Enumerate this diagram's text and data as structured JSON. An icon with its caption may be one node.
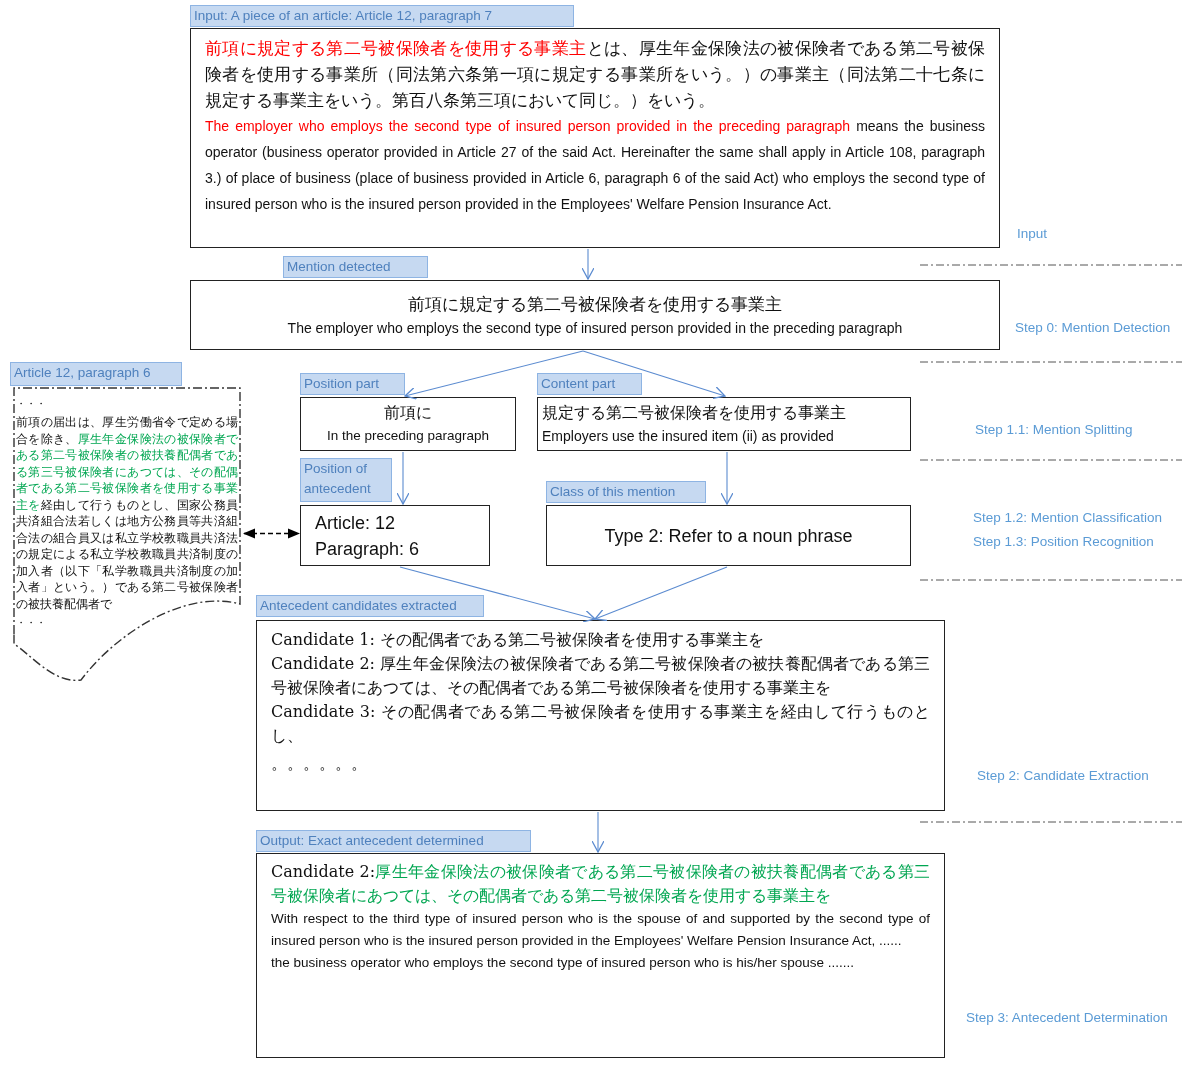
{
  "diagram": {
    "nodes": [
      {
        "text": [
          "Input: A piece of an article: Article 12, paragraph 7",
          "前項に規定する第二号被保険者を使用する事業主",
          "とは、厚生年金保険法の被保険者である第二号被保険者を使用する事業所（同法第六条第一項に規定する事業所をいう。）の事業主（同法第二十七条に規定する事業主をいう。第百八条第三項において同じ。）をいう。",
          "The employer who employs the second type of insured person provided in the preceding paragraph",
          "means the business operator (business operator provided in Article 27 of the said Act. Hereinafter the same shall apply in Article 108, paragraph 3.) of place of business (place of business provided in Article 6, paragraph 6 of the said Act) who employs the second type of insured person who is the insured person provided in the Employees' Welfare Pension Insurance Act."
        ]
      },
      {
        "text": [
          "Mention detected",
          "前項に規定する第二号被保険者を使用する事業主",
          "The employer who employs the second type of insured person provided in the preceding paragraph"
        ]
      },
      {
        "text": [
          "Article 12, paragraph 6",
          "・・・",
          "前項の届出は、厚生労働省令で定める場合を除き、",
          "厚生年金保険法の被保険者である第二号被保険者の被扶養配偶者である第三号被保険者にあつては、その配偶者である第二号被保険者を使用する事業主を",
          "経由して行うものとし、国家公務員共済組合法若しくは地方公務員等共済組合法の組合員又は私立学校教職員共済法の規定による私立学校教職員共済制度の加入者（以下「私学教職員共済制度の加入者」という。）である第二号被保険者の被扶養配偶者で",
          "・・・"
        ]
      },
      {
        "text": [
          "Position part",
          "前項に",
          "In the preceding paragraph"
        ]
      },
      {
        "text": [
          "Content part",
          "規定する第二号被保険者を使用する事業主",
          "Employers use the insured item (ii) as provided"
        ]
      },
      {
        "text": [
          "Position of antecedent",
          "Article: 12",
          "Paragraph: 6"
        ]
      },
      {
        "text": [
          "Class of this mention",
          "Type 2: Refer to a noun phrase"
        ]
      },
      {
        "text": [
          "Antecedent candidates extracted",
          "Candidate 1: その配偶者である第二号被保険者を使用する事業主を",
          "Candidate 2: 厚生年金保険法の被保険者である第二号被保険者の被扶養配偶者である第三号被保険者にあつては、その配偶者である第二号被保険者を使用する事業主を",
          "Candidate 3: その配偶者である第二号被保険者を使用する事業主を経由して行うものとし、",
          "。。。。。。"
        ]
      },
      {
        "text": [
          "Output: Exact antecedent determined",
          "Candidate 2:",
          "厚生年金保険法の被保険者である第二号被保険者の被扶養配偶者である第三号被保険者にあつては、その配偶者である第二号被保険者を使用する事業主を",
          "With respect to the third type of insured person who is the spouse of and supported by the second type of insured person who is the insured person provided in the Employees' Welfare Pension Insurance Act,  ......",
          "the business operator who employs the second type of insured person who is his/her spouse ......."
        ]
      }
    ],
    "edges": [
      {
        "from": 0,
        "to": 1,
        "arrow": "to"
      },
      {
        "from": 1,
        "to": 3,
        "arrow": "to"
      },
      {
        "from": 1,
        "to": 4,
        "arrow": "to"
      },
      {
        "from": 3,
        "to": 5,
        "arrow": "to"
      },
      {
        "from": 4,
        "to": 6,
        "arrow": "to"
      },
      {
        "from": 5,
        "to": 7,
        "arrow": "to"
      },
      {
        "from": 6,
        "to": 7,
        "arrow": "to"
      },
      {
        "from": 7,
        "to": 8,
        "arrow": "to"
      },
      {
        "from": 2,
        "to": 5,
        "arrow": "both",
        "style": "dashed",
        "color": "#000000"
      }
    ],
    "labels": [
      "Input",
      "Step 0: Mention Detection",
      "Step 1.1: Mention Splitting",
      "Step 1.2: Mention Classification",
      "Step 1.3: Position Recognition",
      "Step 2: Candidate Extraction",
      "Step 3: Antecedent Determination"
    ]
  }
}
